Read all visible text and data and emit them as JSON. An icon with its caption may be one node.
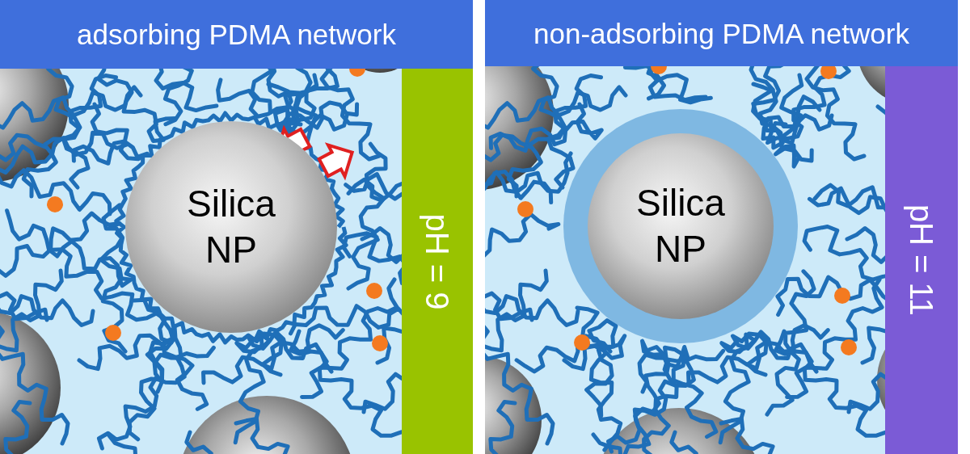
{
  "diagram": {
    "nodes": [
      {
        "text": [
          "adsorbing PDMA network"
        ]
      },
      {
        "text": [
          "Silica NP"
        ]
      },
      {
        "text": [
          "pH = 9"
        ]
      },
      {
        "text": [
          "non-adsorbing PDMA network"
        ]
      },
      {
        "text": [
          "Silica NP"
        ]
      },
      {
        "text": [
          "pH = 11"
        ]
      }
    ],
    "edges": []
  }
}
